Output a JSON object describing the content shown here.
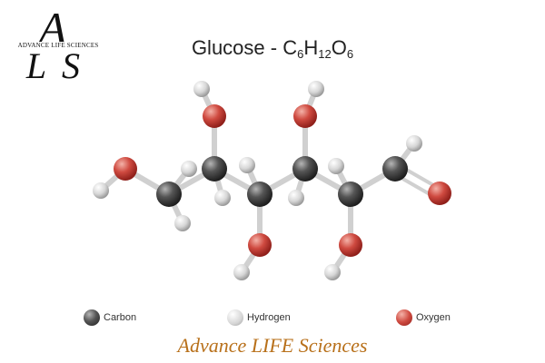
{
  "logo": {
    "monogram": "ALS",
    "caption": "ADVANCE LIFE SCIENCES"
  },
  "title": {
    "prefix": "Glucose - C",
    "c_sub": "6",
    "h": "H",
    "h_sub": "12",
    "o": "O",
    "o_sub": "6"
  },
  "legend": [
    {
      "label": "Carbon",
      "color": "#3a3a3a"
    },
    {
      "label": "Hydrogen",
      "color": "#d9d9d9"
    },
    {
      "label": "Oxygen",
      "color": "#c8413c"
    }
  ],
  "footer": "Advance LIFE Sciences",
  "colors": {
    "carbon": "#3a3a3a",
    "hydrogen": "#d9d9d9",
    "oxygen": "#c8413c",
    "brand": "#b8701a"
  }
}
